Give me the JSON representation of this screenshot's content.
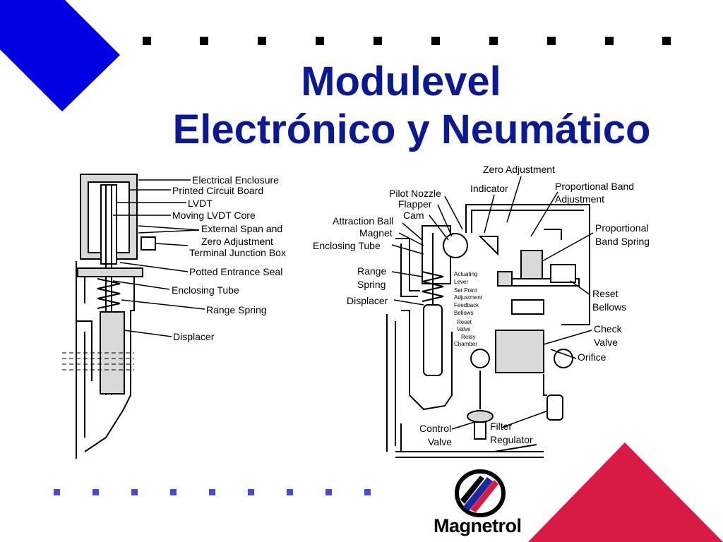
{
  "title": {
    "line1": "Modulevel",
    "line2": "Electrónico y Neumático"
  },
  "colors": {
    "title": "#0b1a94",
    "top_left_diamond": "#0000e0",
    "bottom_right_triangle": "#d81a45",
    "bottom_squares": "#4848e0",
    "top_squares": "#000000"
  },
  "left_diagram": {
    "labels": [
      "Electrical Enclosure",
      "Printed Circuit Board",
      "LVDT",
      "Moving LVDT Core",
      "External Span and",
      "Zero Adjustment",
      "Terminal Junction Box",
      "Potted Entrance Seal",
      "Enclosing Tube",
      "Range Spring",
      "Displacer"
    ]
  },
  "right_diagram": {
    "labels": [
      "Zero Adjustment",
      "Indicator",
      "Proportional Band",
      "Adjustment",
      "Pilot Nozzle",
      "Flapper",
      "Cam",
      "Attraction Ball",
      "Magnet",
      "Enclosing Tube",
      "Proportional",
      "Band Spring",
      "Range",
      "Spring",
      "Displacer",
      "Reset",
      "Bellows",
      "Check",
      "Valve",
      "Orifice",
      "Control",
      "Valve",
      "Filter",
      "Regulator"
    ],
    "small_labels": [
      "Actuating",
      "Lever",
      "Set Point",
      "Adjustment",
      "Feedback",
      "Bellows",
      "Reset",
      "Valve",
      "Relay",
      "Chamber"
    ]
  },
  "logo": {
    "name": "Magnetrol",
    "icon": "magnetrol-logo-icon"
  }
}
